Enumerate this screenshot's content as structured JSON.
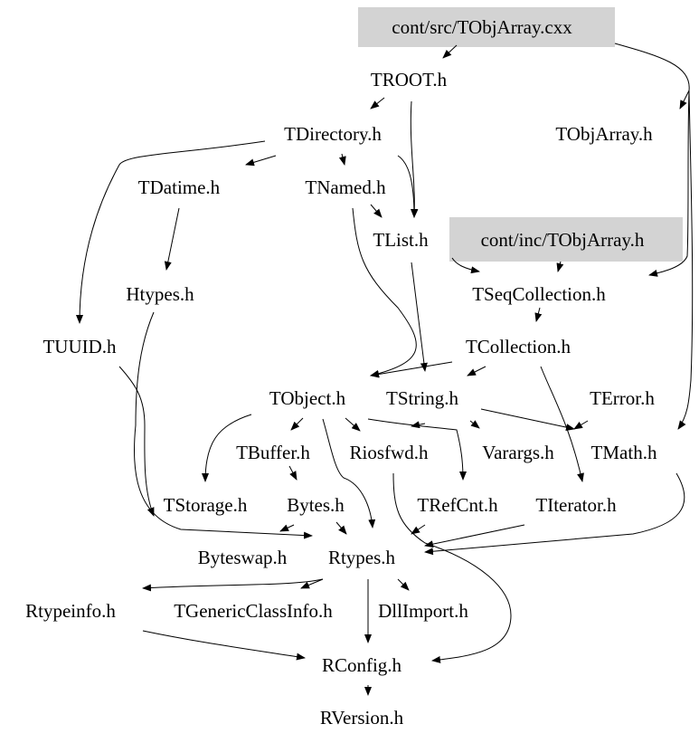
{
  "graph": {
    "highlight_color": "#d3d3d3",
    "nodes": {
      "cxx": "cont/src/TObjArray.cxx",
      "troot": "TROOT.h",
      "tdirectory": "TDirectory.h",
      "tobjarray": "TObjArray.h",
      "tdatime": "TDatime.h",
      "tnamed": "TNamed.h",
      "tlist": "TList.h",
      "inc": "cont/inc/TObjArray.h",
      "htypes": "Htypes.h",
      "tseqcollection": "TSeqCollection.h",
      "tuuid": "TUUID.h",
      "tcollection": "TCollection.h",
      "tobject": "TObject.h",
      "tstring": "TString.h",
      "terror": "TError.h",
      "tbuffer": "TBuffer.h",
      "riosfwd": "Riosfwd.h",
      "varargs": "Varargs.h",
      "tmath": "TMath.h",
      "tstorage": "TStorage.h",
      "bytes": "Bytes.h",
      "trefcnt": "TRefCnt.h",
      "titerator": "TIterator.h",
      "byteswap": "Byteswap.h",
      "rtypes": "Rtypes.h",
      "rtypeinfo": "Rtypeinfo.h",
      "tgenericclassinfo": "TGenericClassInfo.h",
      "dllimport": "DllImport.h",
      "rconfig": "RConfig.h",
      "rversion": "RVersion.h"
    }
  }
}
